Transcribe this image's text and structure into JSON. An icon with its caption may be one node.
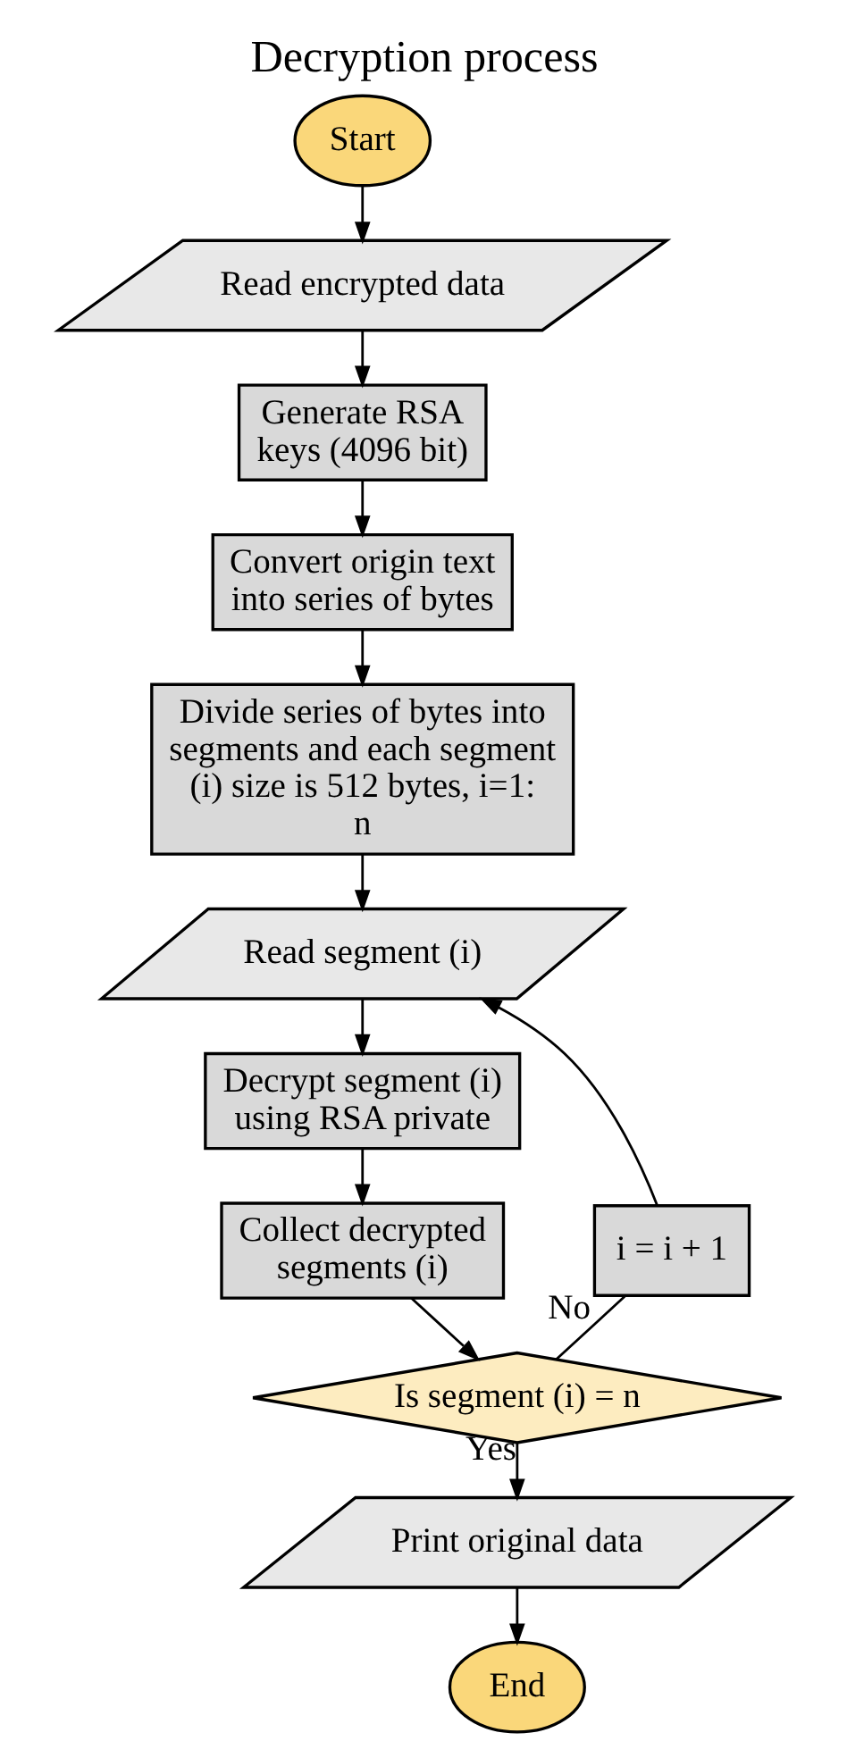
{
  "diagram": {
    "title": "Decryption process",
    "nodes": [
      {
        "text": [
          "Start"
        ]
      },
      {
        "text": [
          "Read encrypted data"
        ]
      },
      {
        "text": [
          "Generate RSA keys (4096 bit)"
        ]
      },
      {
        "text": [
          "Convert origin text into series of bytes"
        ]
      },
      {
        "text": [
          "Divide series of bytes into segments and each segment (i) size is 512 bytes, i=1: n"
        ]
      },
      {
        "text": [
          "Read segment (i)"
        ]
      },
      {
        "text": [
          "Decrypt segment (i) using RSA private"
        ]
      },
      {
        "text": [
          "Collect decrypted segments (i)"
        ]
      },
      {
        "text": [
          "Is segment (i) = n"
        ]
      },
      {
        "text": [
          "i = i + 1"
        ]
      },
      {
        "text": [
          "Print original data"
        ]
      },
      {
        "text": [
          "End"
        ]
      }
    ],
    "edges": [
      {
        "from": 0,
        "to": 1,
        "arrow": "to"
      },
      {
        "from": 1,
        "to": 2,
        "arrow": "to"
      },
      {
        "from": 2,
        "to": 3,
        "arrow": "to"
      },
      {
        "from": 3,
        "to": 4,
        "arrow": "to"
      },
      {
        "from": 4,
        "to": 5,
        "arrow": "to"
      },
      {
        "from": 5,
        "to": 6,
        "arrow": "to"
      },
      {
        "from": 6,
        "to": 7,
        "arrow": "to"
      },
      {
        "from": 7,
        "to": 8,
        "arrow": "to"
      },
      {
        "from": 8,
        "to": 9,
        "arrow": "none",
        "label": "No"
      },
      {
        "from": 9,
        "to": 5,
        "arrow": "to"
      },
      {
        "from": 8,
        "to": 10,
        "arrow": "to",
        "label": "Yes"
      },
      {
        "from": 10,
        "to": 11,
        "arrow": "to"
      }
    ]
  }
}
